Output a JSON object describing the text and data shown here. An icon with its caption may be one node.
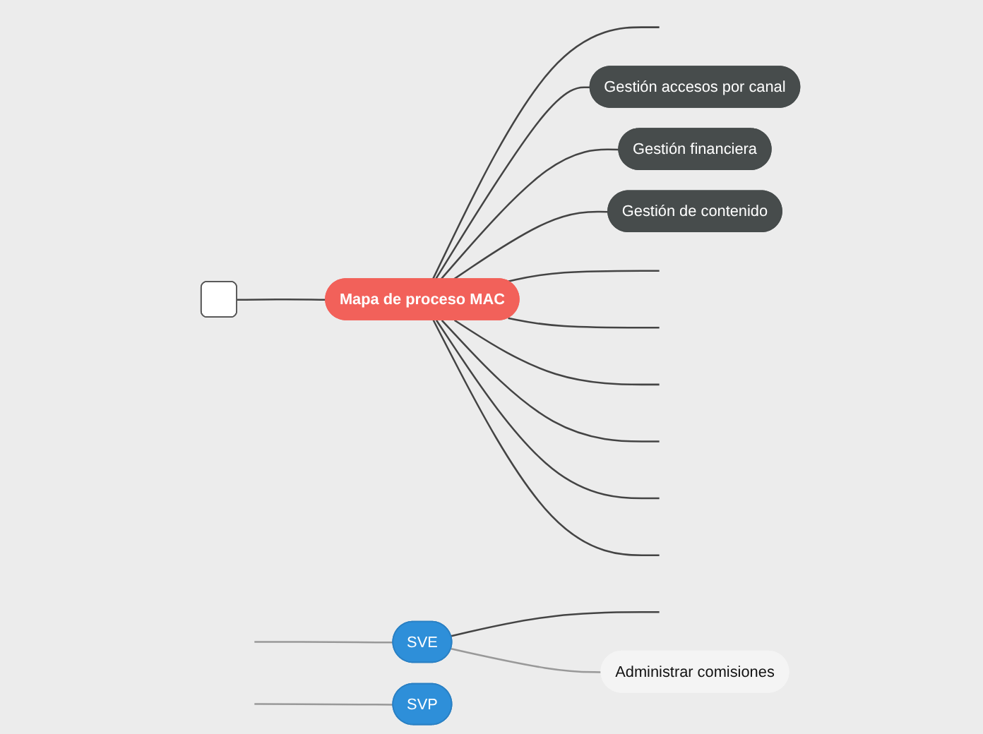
{
  "diagram": {
    "nodes": [
      {
        "text": [],
        "shape": "box"
      },
      {
        "text": [
          "Mapa de proceso MAC"
        ]
      },
      {
        "text": [
          "SVE"
        ]
      },
      {
        "text": [
          "Administrar comisiones"
        ]
      },
      {
        "text": [
          "SVP"
        ]
      },
      {
        "text": [
          "Gestión accesos por canal"
        ]
      },
      {
        "text": [
          "Gestión financiera"
        ]
      },
      {
        "text": [
          "Gestión de contenido"
        ]
      }
    ],
    "edges": [
      {
        "from": 0,
        "to": 1,
        "arrow": "none"
      },
      {
        "from": 1,
        "to": null,
        "arrow": "none"
      },
      {
        "from": null,
        "to": 2,
        "arrow": "none",
        "color": "#999999"
      },
      {
        "from": 2,
        "to": null,
        "arrow": "none"
      },
      {
        "from": 2,
        "to": 3,
        "arrow": "none",
        "color": "#999999"
      },
      {
        "from": null,
        "to": 4,
        "arrow": "none",
        "color": "#999999"
      },
      {
        "from": 1,
        "to": 5,
        "arrow": "none"
      },
      {
        "from": 1,
        "to": 6,
        "arrow": "none"
      },
      {
        "from": 1,
        "to": 7,
        "arrow": "none"
      },
      {
        "from": 1,
        "to": null,
        "arrow": "none"
      },
      {
        "from": 1,
        "to": null,
        "arrow": "none"
      },
      {
        "from": 1,
        "to": null,
        "arrow": "none"
      },
      {
        "from": 1,
        "to": null,
        "arrow": "none"
      },
      {
        "from": 1,
        "to": null,
        "arrow": "none"
      },
      {
        "from": 1,
        "to": null,
        "arrow": "none"
      }
    ]
  }
}
